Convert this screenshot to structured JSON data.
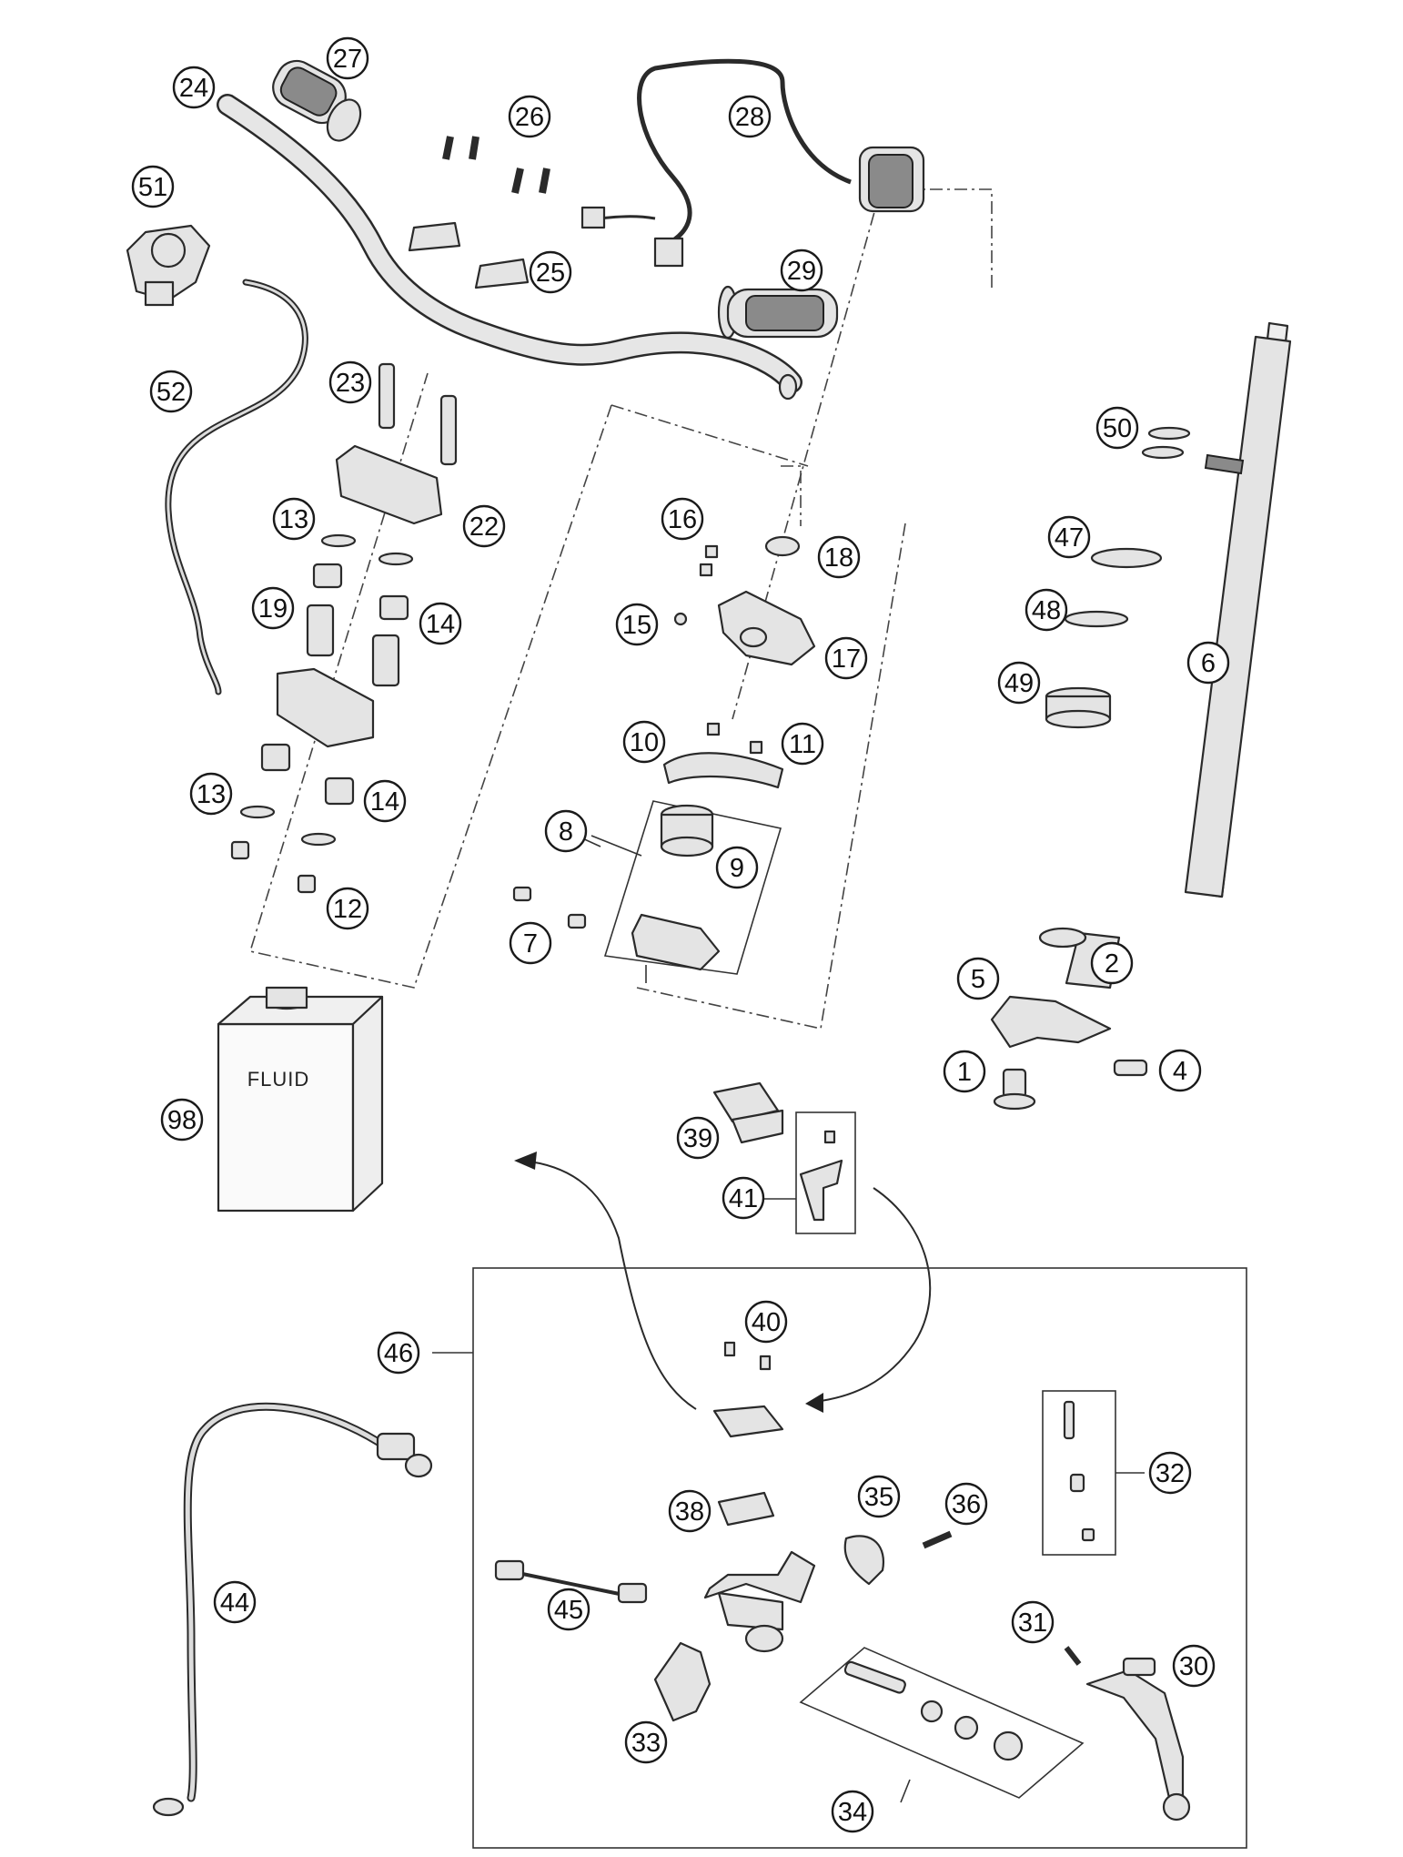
{
  "fluid_label": "FLUID",
  "callouts": [
    {
      "id": "1",
      "label": "1"
    },
    {
      "id": "2",
      "label": "2"
    },
    {
      "id": "4",
      "label": "4"
    },
    {
      "id": "5",
      "label": "5"
    },
    {
      "id": "6",
      "label": "6"
    },
    {
      "id": "7",
      "label": "7"
    },
    {
      "id": "8",
      "label": "8"
    },
    {
      "id": "9",
      "label": "9"
    },
    {
      "id": "10",
      "label": "10"
    },
    {
      "id": "11",
      "label": "11"
    },
    {
      "id": "12",
      "label": "12"
    },
    {
      "id": "13a",
      "label": "13"
    },
    {
      "id": "13b",
      "label": "13"
    },
    {
      "id": "14a",
      "label": "14"
    },
    {
      "id": "14b",
      "label": "14"
    },
    {
      "id": "15",
      "label": "15"
    },
    {
      "id": "16",
      "label": "16"
    },
    {
      "id": "17",
      "label": "17"
    },
    {
      "id": "18",
      "label": "18"
    },
    {
      "id": "19",
      "label": "19"
    },
    {
      "id": "22",
      "label": "22"
    },
    {
      "id": "23",
      "label": "23"
    },
    {
      "id": "24",
      "label": "24"
    },
    {
      "id": "25",
      "label": "25"
    },
    {
      "id": "26",
      "label": "26"
    },
    {
      "id": "27",
      "label": "27"
    },
    {
      "id": "28",
      "label": "28"
    },
    {
      "id": "29",
      "label": "29"
    },
    {
      "id": "30",
      "label": "30"
    },
    {
      "id": "31",
      "label": "31"
    },
    {
      "id": "32",
      "label": "32"
    },
    {
      "id": "33",
      "label": "33"
    },
    {
      "id": "34",
      "label": "34"
    },
    {
      "id": "35",
      "label": "35"
    },
    {
      "id": "36",
      "label": "36"
    },
    {
      "id": "38",
      "label": "38"
    },
    {
      "id": "39",
      "label": "39"
    },
    {
      "id": "40",
      "label": "40"
    },
    {
      "id": "41",
      "label": "41"
    },
    {
      "id": "44",
      "label": "44"
    },
    {
      "id": "45",
      "label": "45"
    },
    {
      "id": "46",
      "label": "46"
    },
    {
      "id": "47",
      "label": "47"
    },
    {
      "id": "48",
      "label": "48"
    },
    {
      "id": "49",
      "label": "49"
    },
    {
      "id": "50",
      "label": "50"
    },
    {
      "id": "51",
      "label": "51"
    },
    {
      "id": "52",
      "label": "52"
    },
    {
      "id": "98",
      "label": "98"
    }
  ]
}
